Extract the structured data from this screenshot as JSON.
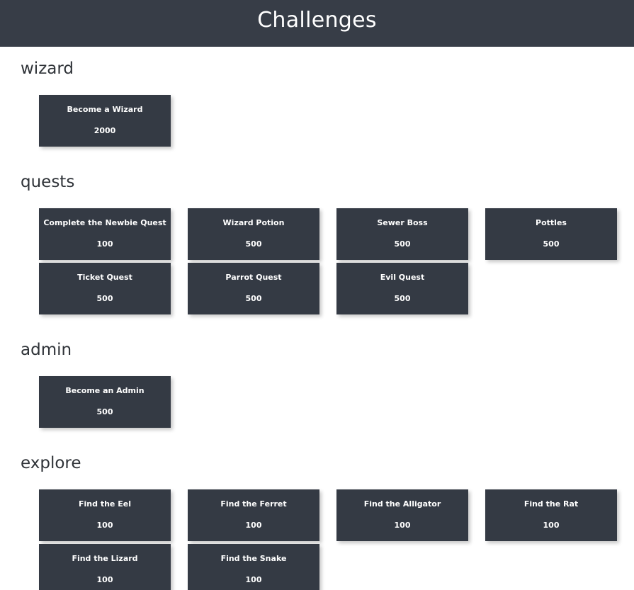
{
  "header": {
    "title": "Challenges",
    "background_color": "#373d47",
    "text_color": "#ffffff"
  },
  "theme": {
    "page_background": "#ffffff",
    "card_background": "#343a44",
    "card_text_color": "#ffffff",
    "heading_color": "#2f3338"
  },
  "sections": [
    {
      "id": "wizard",
      "heading": "wizard",
      "cards": [
        {
          "title": "Become a Wizard",
          "value": "2000"
        }
      ]
    },
    {
      "id": "quests",
      "heading": "quests",
      "cards": [
        {
          "title": "Complete the Newbie Quest",
          "value": "100"
        },
        {
          "title": "Wizard Potion",
          "value": "500"
        },
        {
          "title": "Sewer Boss",
          "value": "500"
        },
        {
          "title": "Pottles",
          "value": "500"
        },
        {
          "title": "Ticket Quest",
          "value": "500"
        },
        {
          "title": "Parrot Quest",
          "value": "500"
        },
        {
          "title": "Evil Quest",
          "value": "500"
        }
      ]
    },
    {
      "id": "admin",
      "heading": "admin",
      "cards": [
        {
          "title": "Become an Admin",
          "value": "500"
        }
      ]
    },
    {
      "id": "explore",
      "heading": "explore",
      "cards": [
        {
          "title": "Find the Eel",
          "value": "100"
        },
        {
          "title": "Find the Ferret",
          "value": "100"
        },
        {
          "title": "Find the Alligator",
          "value": "100"
        },
        {
          "title": "Find the Rat",
          "value": "100"
        },
        {
          "title": "Find the Lizard",
          "value": "100"
        },
        {
          "title": "Find the Snake",
          "value": "100"
        }
      ]
    }
  ]
}
